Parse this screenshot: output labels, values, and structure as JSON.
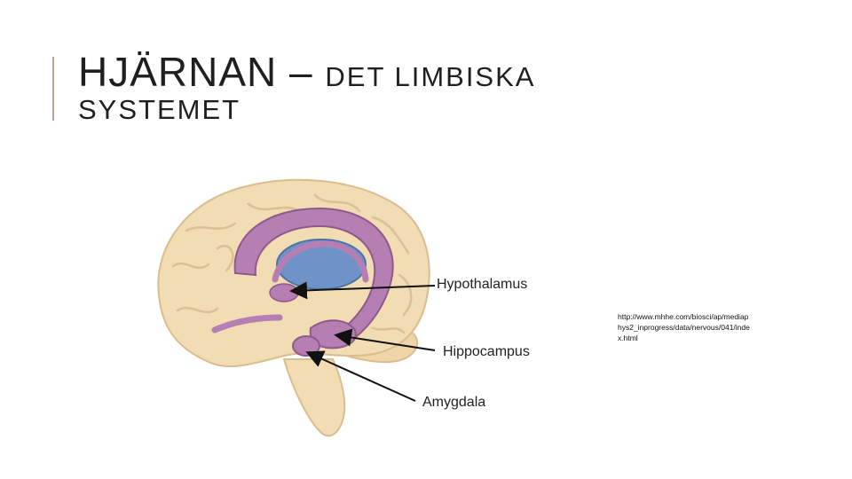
{
  "slide": {
    "title_main": "HJÄRNAN",
    "title_sep": " – ",
    "title_tail": "DET LIMBISKA",
    "title_line2": "SYSTEMET",
    "accent_color": "#c9a08e"
  },
  "figure": {
    "labels": {
      "hypothalamus": "Hypothalamus",
      "hippocampus": "Hippocampus",
      "amygdala": "Amygdala"
    },
    "colors": {
      "brain": "#f2dcb3",
      "brain_outline": "#d9bd8e",
      "limbic": "#b67fb4",
      "limbic_dark": "#8d5a8b",
      "thalamus": "#6f93c8"
    }
  },
  "source_url": "http://www.mhhe.com/biosci/ap/mediaphys2_inprogress/data/nervous/041/index.html"
}
